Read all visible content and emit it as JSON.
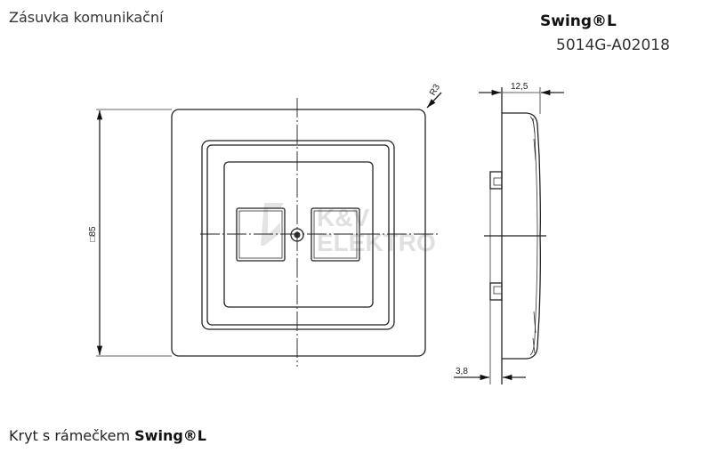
{
  "header": {
    "title": "Zásuvka komunikační",
    "brand": "Swing®L",
    "product_code": "5014G-A02018"
  },
  "drawing": {
    "radius_label": "R3",
    "size_label": "□85",
    "depth_label": "12,5",
    "mount_label": "3,8",
    "watermark_line1": "K&V",
    "watermark_line2": "ELEKTRO"
  },
  "footer": {
    "caption": "Kryt s rámečkem",
    "caption_brand": "Swing®L"
  }
}
